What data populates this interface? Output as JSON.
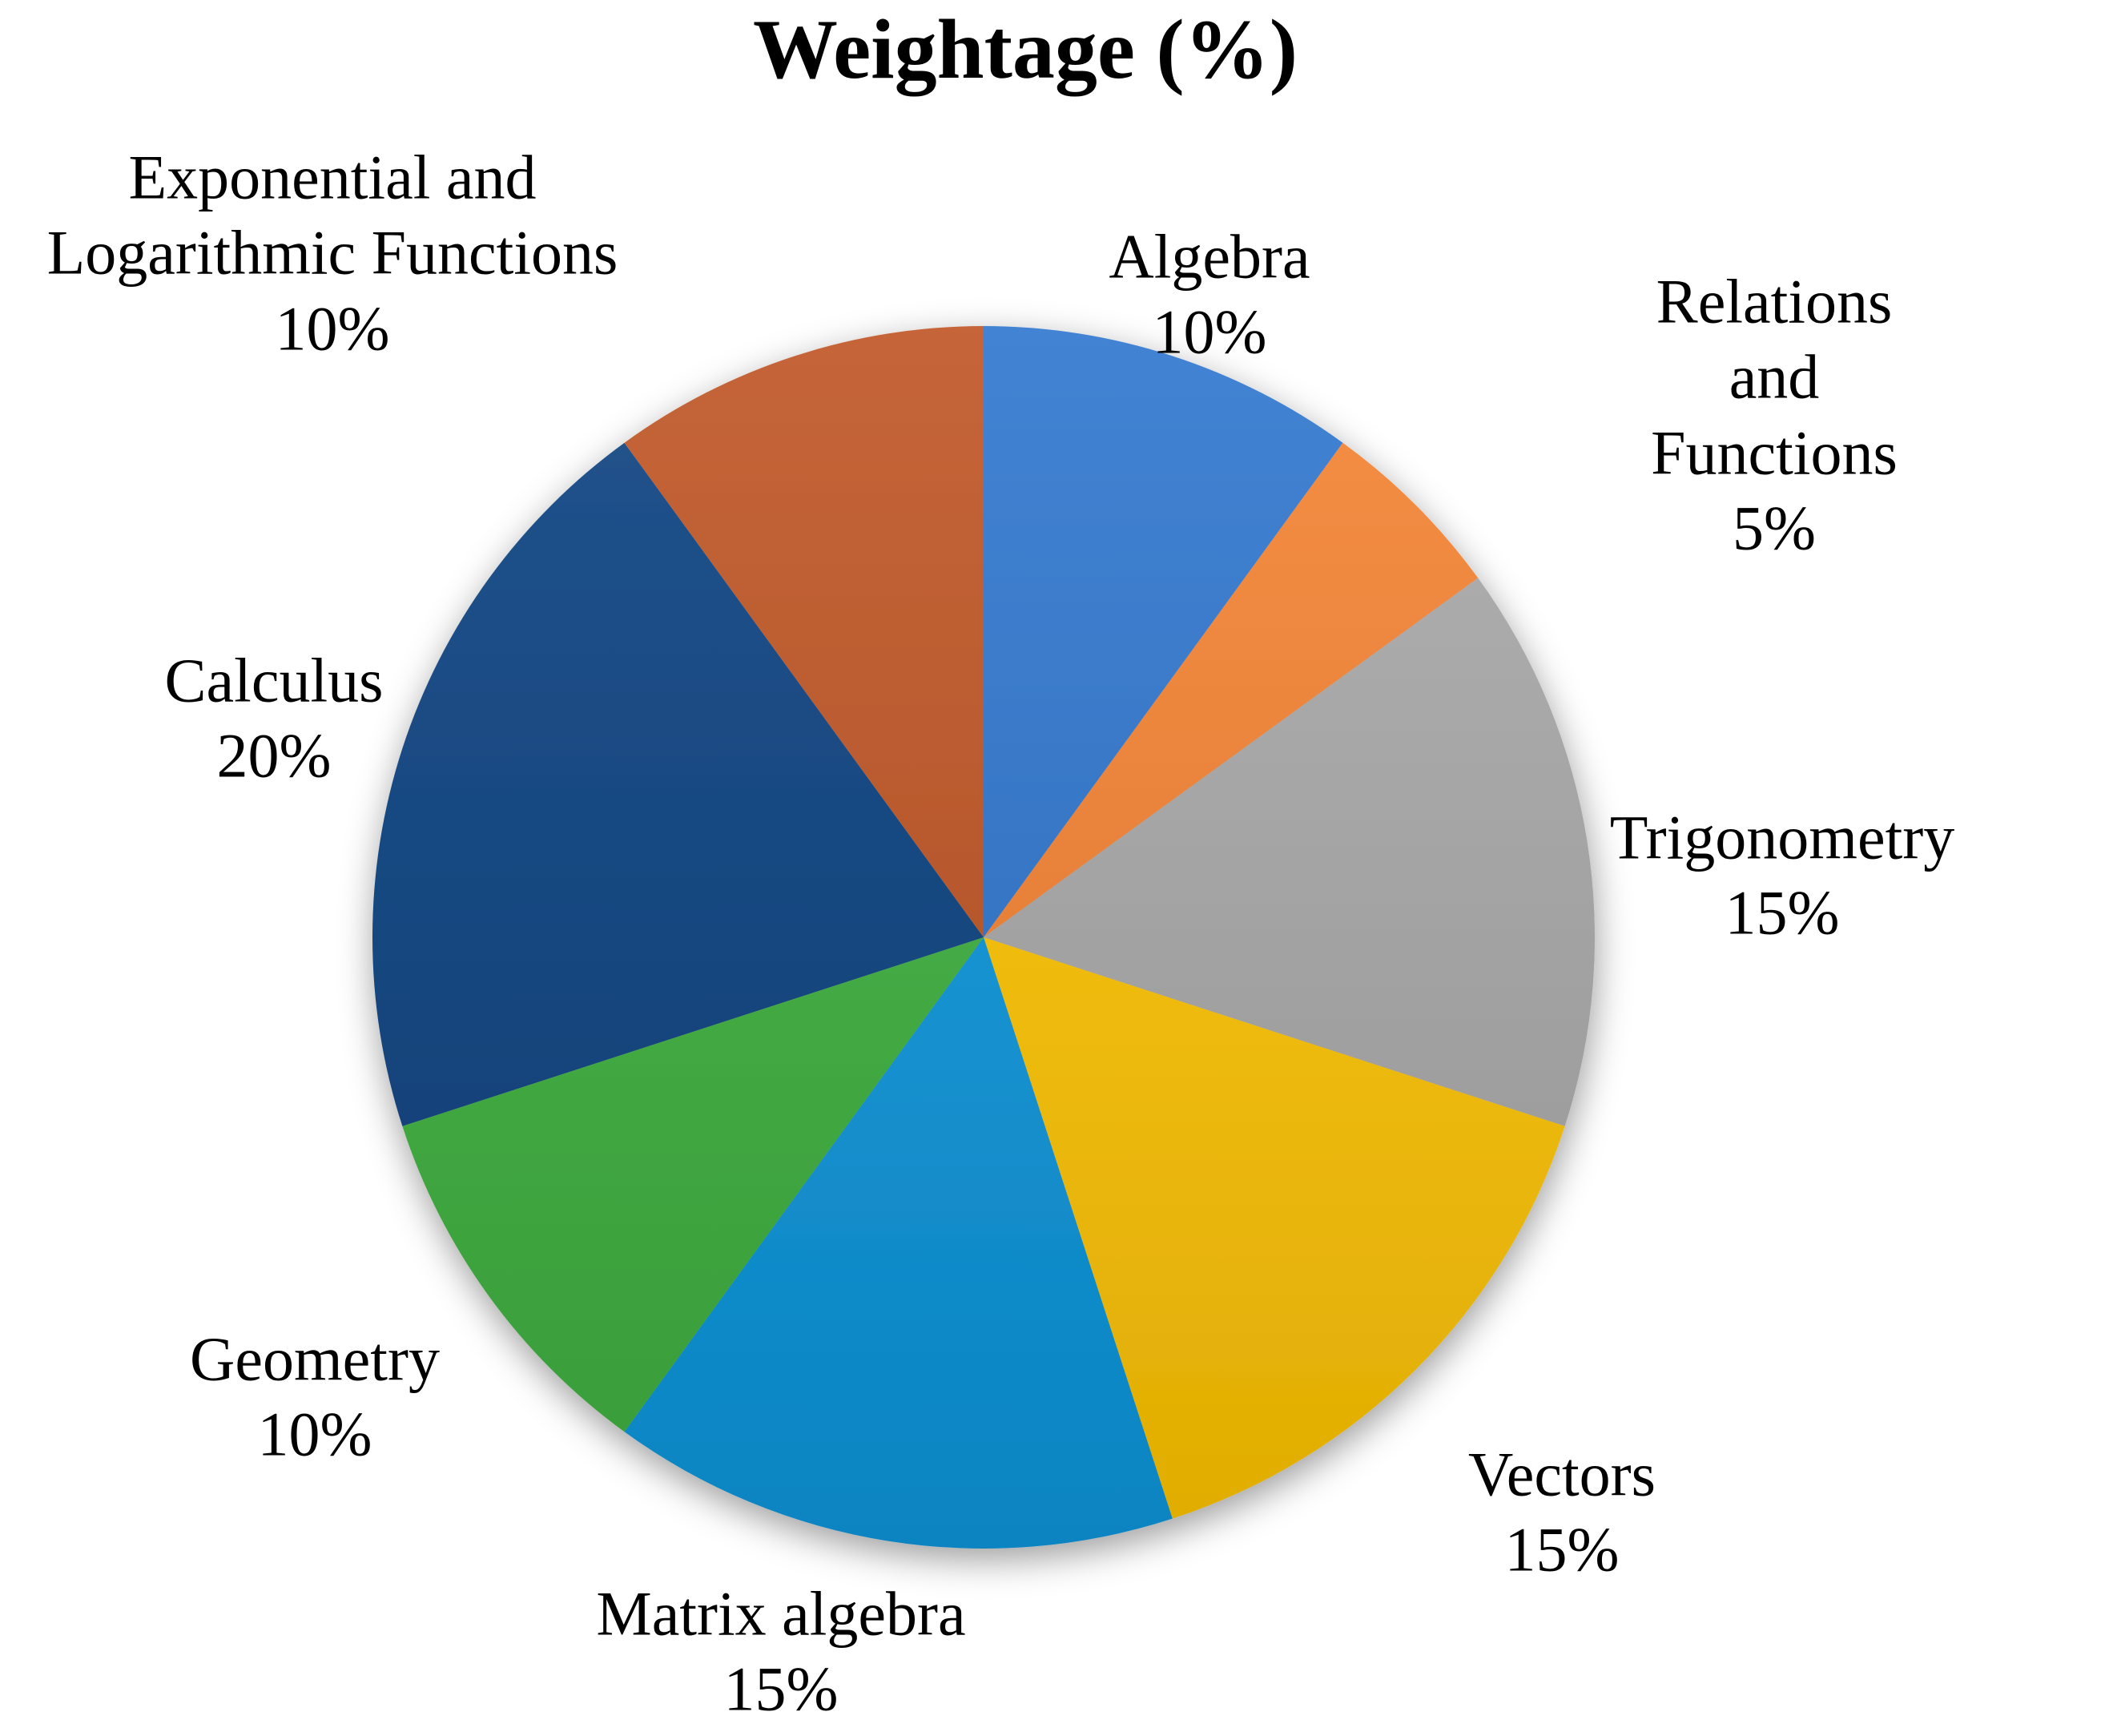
{
  "chart_data": {
    "type": "pie",
    "title": "Weightage (%)",
    "start_angle_deg": 0,
    "direction": "clockwise",
    "legend_position": "none",
    "labels_position": "outside",
    "label_format": "name + percent",
    "background_color": "#ffffff",
    "segments": [
      {
        "label": "Algebra",
        "value": 10,
        "percent_label": "10%",
        "color": "#2E75CE"
      },
      {
        "label": "Relations and Functions",
        "value": 5,
        "percent_label": "5%",
        "color": "#F58231"
      },
      {
        "label": "Trigonometry",
        "value": 15,
        "percent_label": "15%",
        "color": "#A8A8A8"
      },
      {
        "label": "Vectors",
        "value": 15,
        "percent_label": "15%",
        "color": "#FFC503"
      },
      {
        "label": "Matrix algebra",
        "value": 15,
        "percent_label": "15%",
        "color": "#0C96DC"
      },
      {
        "label": "Geometry",
        "value": 10,
        "percent_label": "10%",
        "color": "#3EB13F"
      },
      {
        "label": "Calculus",
        "value": 20,
        "percent_label": "20%",
        "color": "#0A4180"
      },
      {
        "label": "Exponential and\nLogarithmic Functions",
        "value": 10,
        "percent_label": "10%",
        "color": "#BF5423"
      }
    ]
  }
}
